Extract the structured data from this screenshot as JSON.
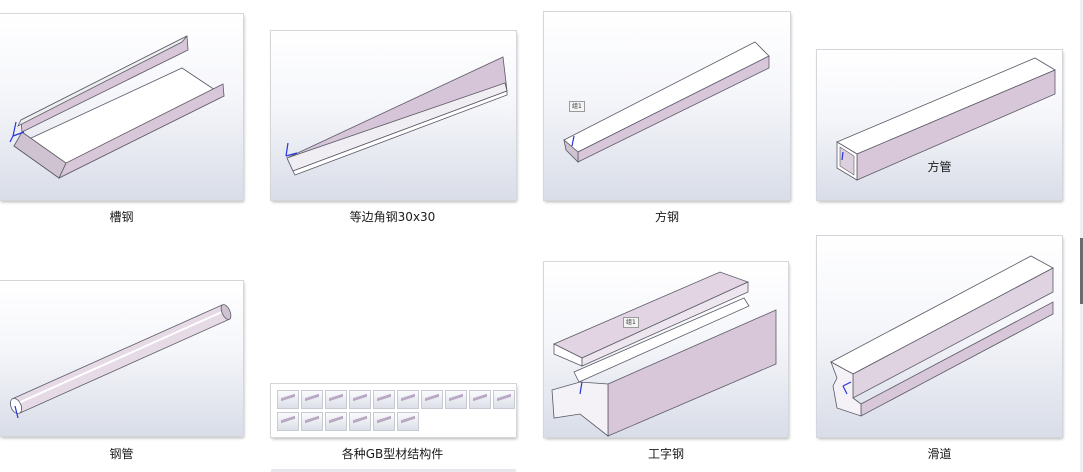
{
  "items": [
    {
      "label": "槽钢"
    },
    {
      "label": "等边角钢30x30"
    },
    {
      "label": "方钢",
      "tag": "组1"
    },
    {
      "label": "方管"
    },
    {
      "label": "钢管"
    },
    {
      "label": "各种GB型材结构件"
    },
    {
      "label": "工字钢",
      "tag": "组1"
    },
    {
      "label": "滑道"
    }
  ]
}
